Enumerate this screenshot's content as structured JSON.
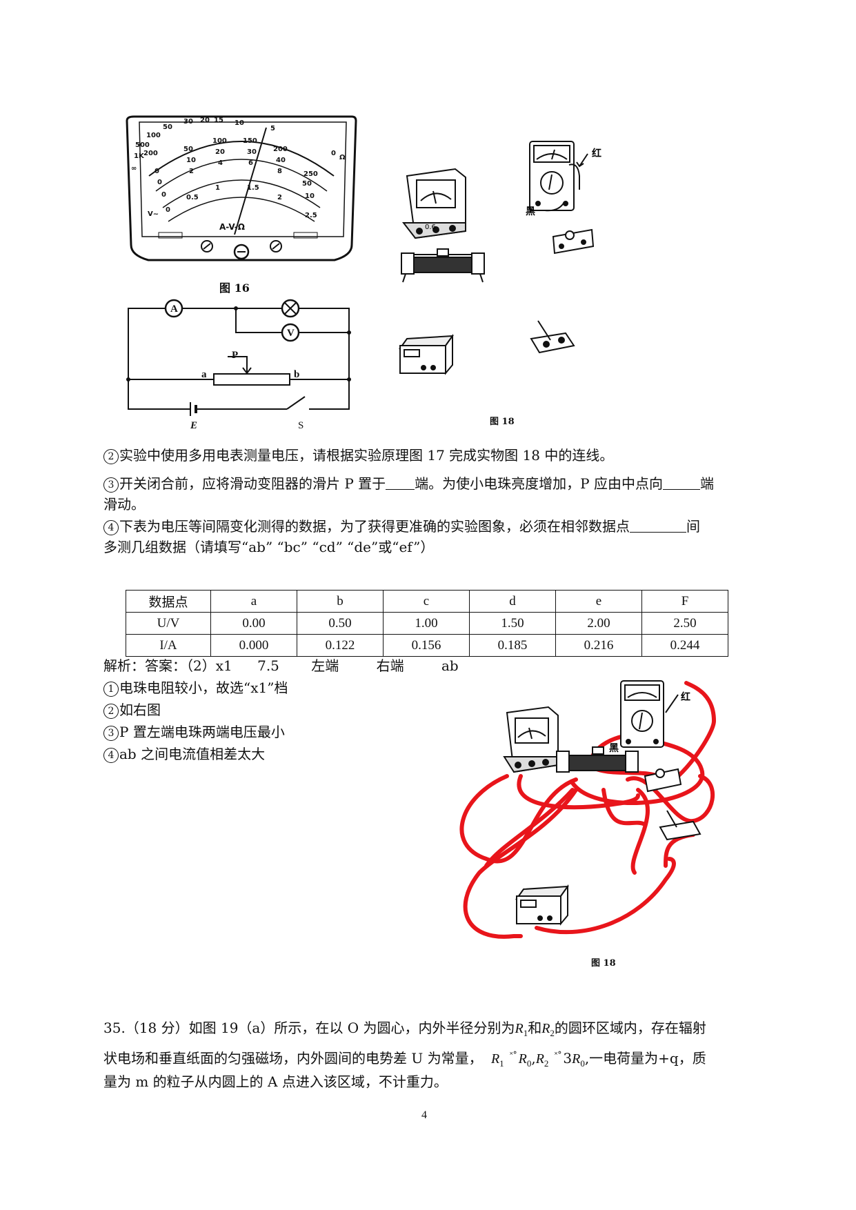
{
  "fig16": {
    "caption": "图 16",
    "ohm_scale": [
      "∞",
      "1K",
      "500",
      "200",
      "100",
      "50",
      "30",
      "20",
      "15",
      "10",
      "5",
      "0"
    ],
    "ohm_unit": "Ω",
    "scale_row1": [
      "0",
      "50",
      "100",
      "150",
      "200",
      "250"
    ],
    "scale_row2": [
      "0",
      "10",
      "20",
      "30",
      "40",
      "50"
    ],
    "scale_row3": [
      "0",
      "2",
      "4",
      "6",
      "8",
      "10"
    ],
    "scale_row4": [
      "0",
      "0.5",
      "1",
      "1.5",
      "2",
      "2.5"
    ],
    "vac_label": "V~",
    "label": "A-V-Ω"
  },
  "fig17": {
    "ammeter": "A",
    "voltmeter": "V",
    "slider": "P",
    "end_a": "a",
    "end_b": "b",
    "battery": "E",
    "switch": "S"
  },
  "fig18": {
    "caption": "图 18",
    "red_label": "红",
    "black_label": "黑",
    "ammeter_scale": "0.6"
  },
  "questions": {
    "q2": {
      "num": "2",
      "text": "实验中使用多用电表测量电压，请根据实验原理图 17 完成实物图 18 中的连线。"
    },
    "q3a": {
      "num": "3",
      "before": "开关闭合前，应将滑动变阻器的滑片 P 置于",
      "mid": "端。为使小电珠亮度增加，P 应由中点向",
      "after": "端"
    },
    "q3b": "滑动。",
    "q4a": {
      "num": "4",
      "text": "下表为电压等间隔变化测得的数据，为了获得更准确的实验图象，必须在相邻数据点",
      "after": "间"
    },
    "q4b": "多测几组数据（请填写“ab” “bc” “cd” “de”或“ef”）"
  },
  "table": {
    "header": [
      "数据点",
      "a",
      "b",
      "c",
      "d",
      "e",
      "F"
    ],
    "rows": [
      [
        "U/V",
        "0.00",
        "0.50",
        "1.00",
        "1.50",
        "2.00",
        "2.50"
      ],
      [
        "I/A",
        "0.000",
        "0.122",
        "0.156",
        "0.185",
        "0.216",
        "0.244"
      ]
    ]
  },
  "analysis": {
    "head": "解析：答案：（2）x1",
    "a1": "7.5",
    "a2": "左端",
    "a3": "右端",
    "a4": "ab",
    "items": [
      {
        "num": "1",
        "text": "电珠电阻较小，故选“x1”档"
      },
      {
        "num": "2",
        "text": "如右图"
      },
      {
        "num": "3",
        "text": "P 置左端电珠两端电压最小"
      },
      {
        "num": "4",
        "text": "ab 之间电流值相差太大"
      }
    ]
  },
  "q35": {
    "line1a": "35.（18 分）如图 19（a）所示，在以 O 为圆心，内外半径分别为",
    "line1b": "和",
    "line1c": "的圆环区域内，存在辐射",
    "line2a": "状电场和垂直纸面的匀强磁场，内外圆间的电势差 U 为常量，",
    "line2b": ",一电荷量为+q，质",
    "line3": "量为 m 的粒子从内圆上的 A 点进入该区域，不计重力。",
    "R": "R",
    "s1": "1",
    "s2": "2",
    "s0": "0",
    "three": "3",
    "sep": "，"
  },
  "page_number": "4"
}
